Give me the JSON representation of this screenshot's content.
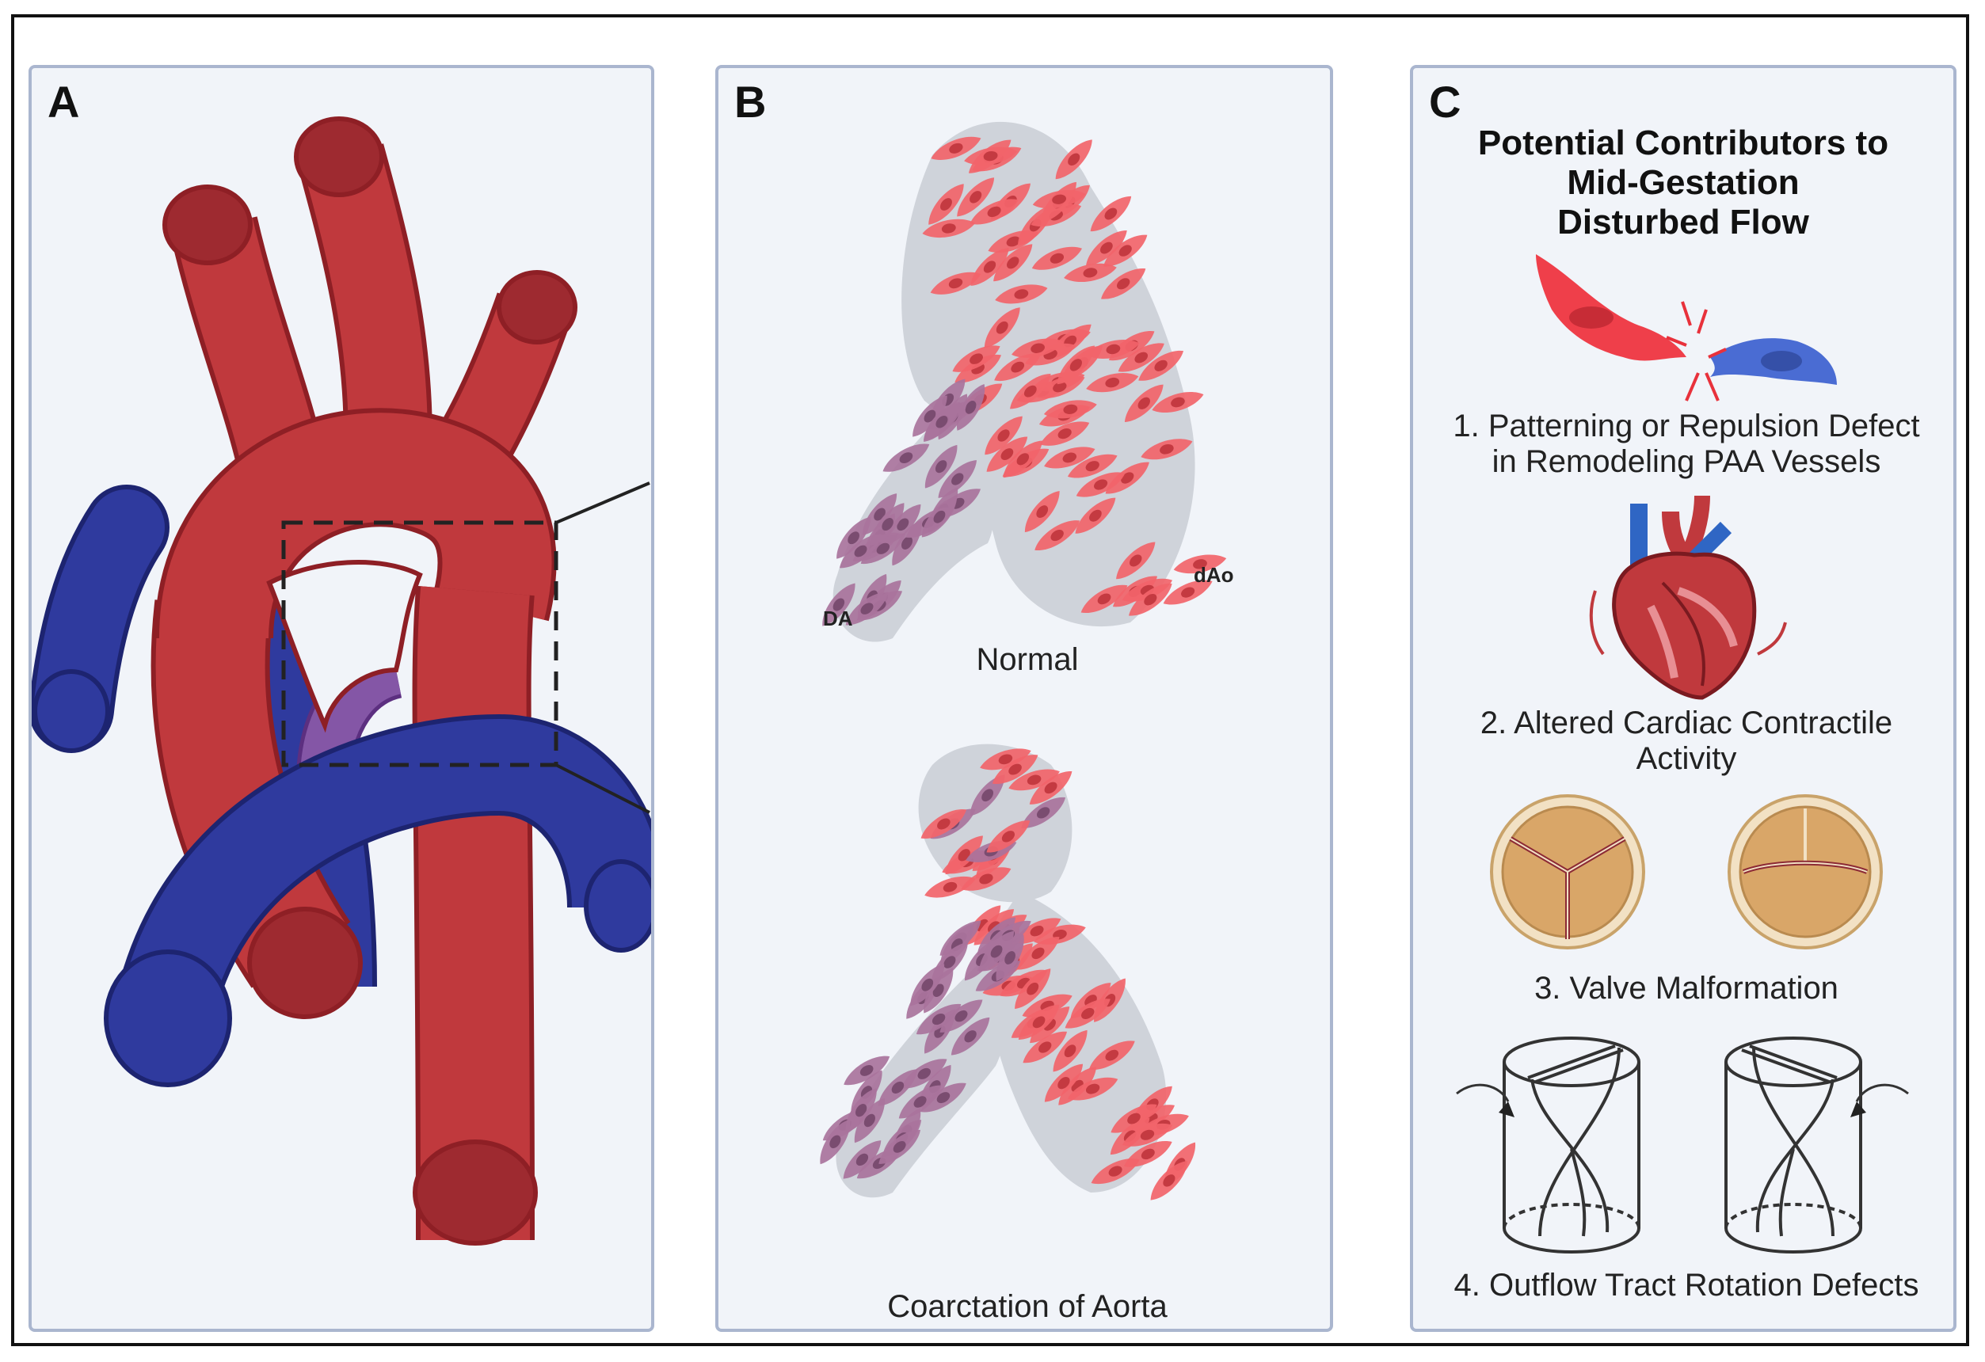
{
  "panel_a": {
    "letter": "A"
  },
  "panel_b": {
    "letter": "B",
    "label_da": "DA",
    "label_dao": "dAo",
    "caption_normal": "Normal",
    "caption_coarctation": "Coarctation of Aorta"
  },
  "panel_c": {
    "letter": "C",
    "title_line1": "Potential Contributors to",
    "title_line2": "Mid-Gestation",
    "title_line3": "Disturbed Flow",
    "item1_line1": "1. Patterning or Repulsion Defect",
    "item1_line2": "in Remodeling PAA Vessels",
    "item2_line1": "2. Altered Cardiac Contractile",
    "item2_line2": "Activity",
    "item3": "3. Valve Malformation",
    "item4": "4. Outflow Tract Rotation Defects"
  },
  "colors": {
    "artery": "#c0393d",
    "artery_dark": "#8e1f25",
    "vein": "#2f3a9e",
    "vein_dark": "#1d2470",
    "duct": "#8456a6",
    "cell_red": "#f2646a",
    "cell_purple": "#a9739c",
    "panel_bg": "#f1f4f9",
    "panel_border": "#aab6cf"
  }
}
